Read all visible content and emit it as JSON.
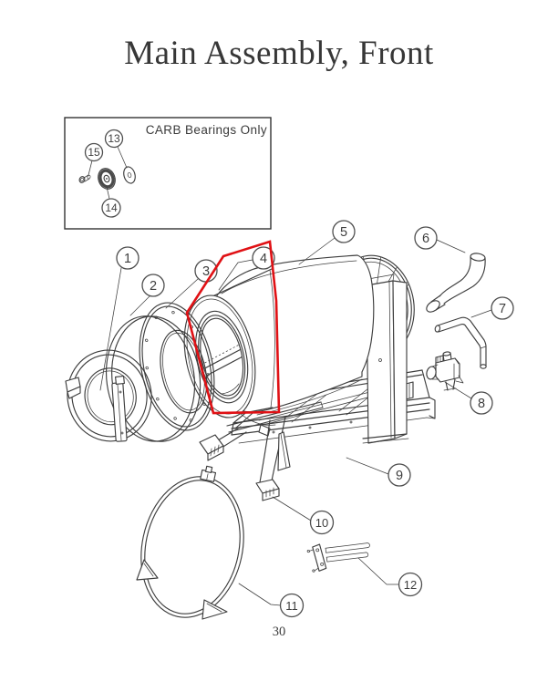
{
  "page": {
    "title": "Main Assembly, Front",
    "page_number": "30"
  },
  "inset": {
    "label": "CARB Bearings Only"
  },
  "callouts": {
    "main": [
      "1",
      "2",
      "3",
      "4",
      "5",
      "6",
      "7",
      "8",
      "9",
      "10",
      "11",
      "12"
    ],
    "inset": [
      "13",
      "14",
      "15"
    ]
  },
  "colors": {
    "line": "#3e3e3e",
    "highlight": "#e01115"
  }
}
